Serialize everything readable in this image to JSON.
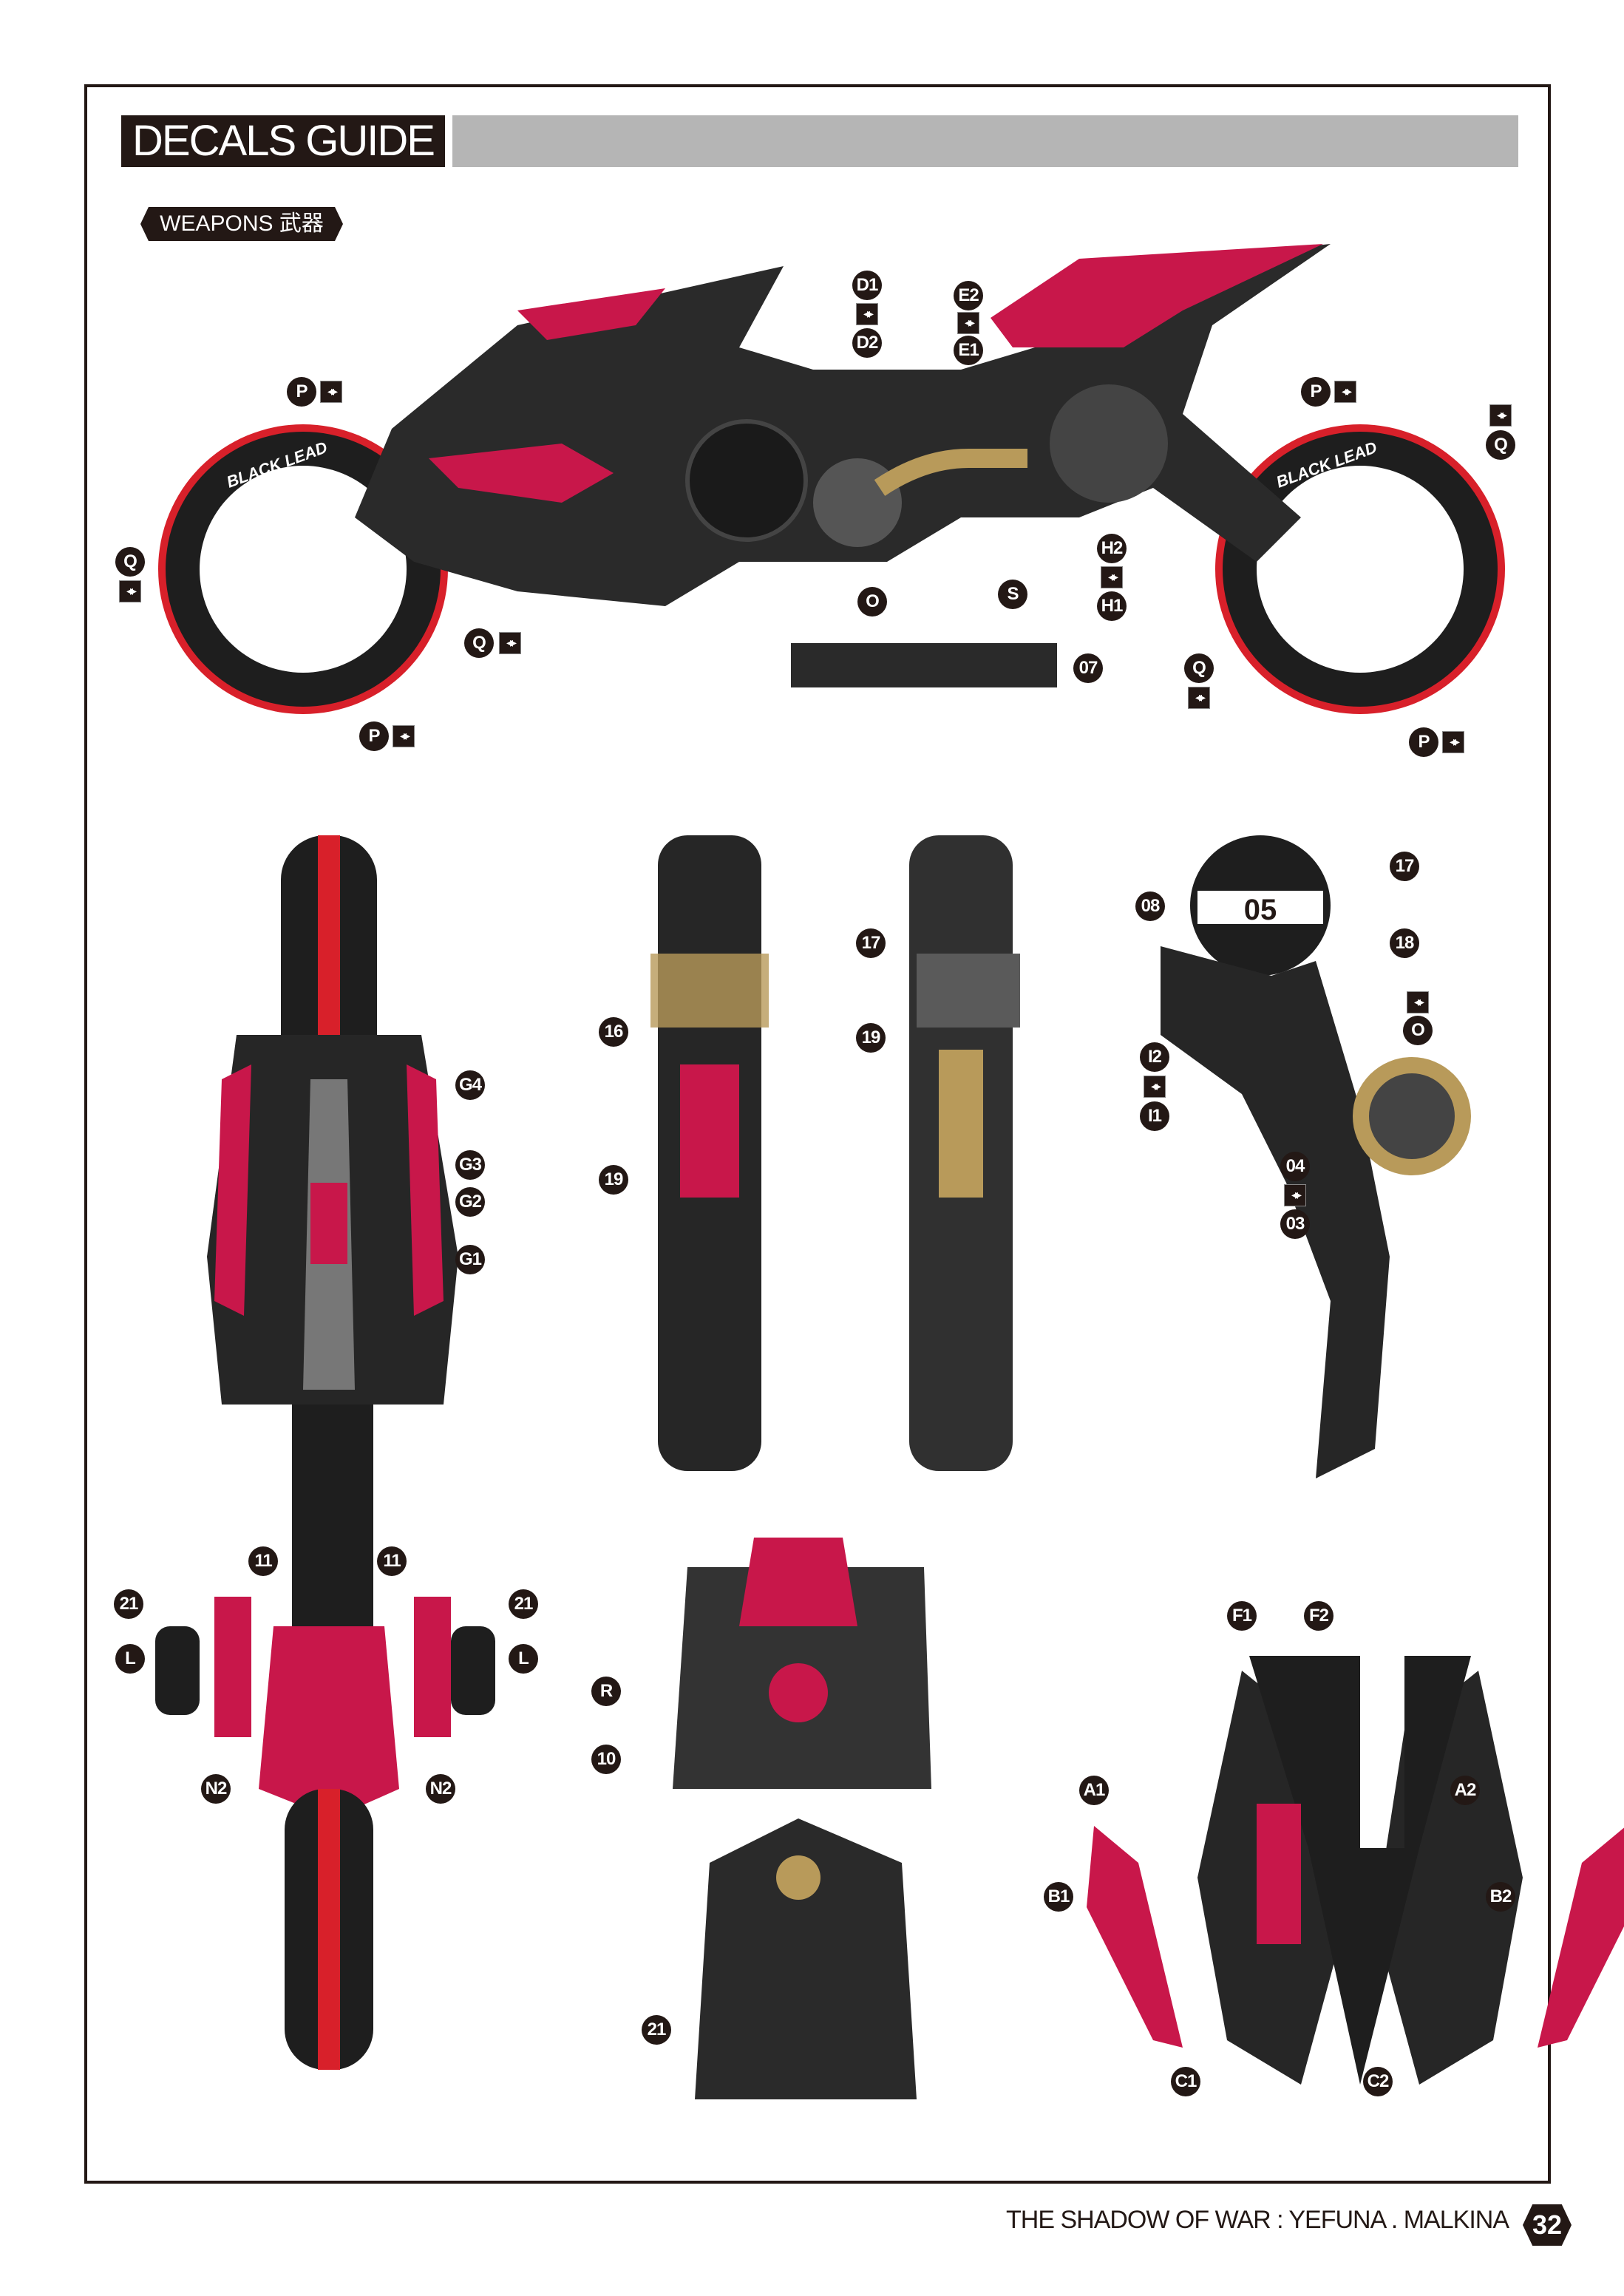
{
  "header": {
    "title": "DECALS GUIDE",
    "section_tag": "WEAPONS 武器"
  },
  "callouts": [
    "D1",
    "D2",
    "E2",
    "E1",
    "P",
    "P",
    "Q",
    "Q",
    "Q",
    "P",
    "O",
    "S",
    "H2",
    "H1",
    "07",
    "Q",
    "P",
    "G4",
    "G3",
    "G2",
    "G1",
    "16",
    "19",
    "17",
    "19",
    "17",
    "08",
    "18",
    "O",
    "I2",
    "I1",
    "04",
    "03",
    "11",
    "11",
    "21",
    "21",
    "L",
    "L",
    "N2",
    "N2",
    "R",
    "10",
    "21",
    "F1",
    "F2",
    "A1",
    "A2",
    "B1",
    "B2",
    "C1",
    "C2"
  ],
  "swap_icon": "swap-direction-icon",
  "wheel_text": "BLACK LEAD",
  "footer": {
    "title": "THE SHADOW OF WAR : YEFUNA . MALKINA",
    "page": "32"
  },
  "colors": {
    "dark": "#231815",
    "crimson": "#c8174a",
    "gold": "#b89a5a",
    "tire_red": "#d8202a",
    "gray": "#5a5a5a"
  }
}
